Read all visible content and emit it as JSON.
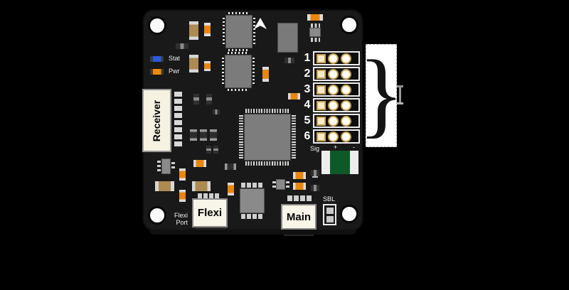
{
  "colors": {
    "background": "#000000",
    "board": "#191919",
    "pad_gold": "#c9a14e",
    "led_stat": "#2a5adf",
    "led_pwr": "#f08a00",
    "capacitor_tan": "#ad8a52",
    "capacitor_orange": "#e8860f",
    "capacitor_green": "#0d5a28"
  },
  "board": {
    "status_leds": [
      {
        "label": "Stat",
        "color": "#2a5adf"
      },
      {
        "label": "Pwr",
        "color": "#f08a00"
      }
    ],
    "receiver_label": "Receiver",
    "pin_numbers": [
      "1",
      "2",
      "3",
      "4",
      "5",
      "6"
    ],
    "pin_columns": {
      "sig": "Sig",
      "plus": "+",
      "minus": "-"
    },
    "flexi_port_label": "Flexi\nPort",
    "flexi_connector_label": "Flexi",
    "main_connector_label": "Main",
    "sbl_label": "SBL"
  },
  "annotation": {
    "brace_glyph": "}"
  }
}
